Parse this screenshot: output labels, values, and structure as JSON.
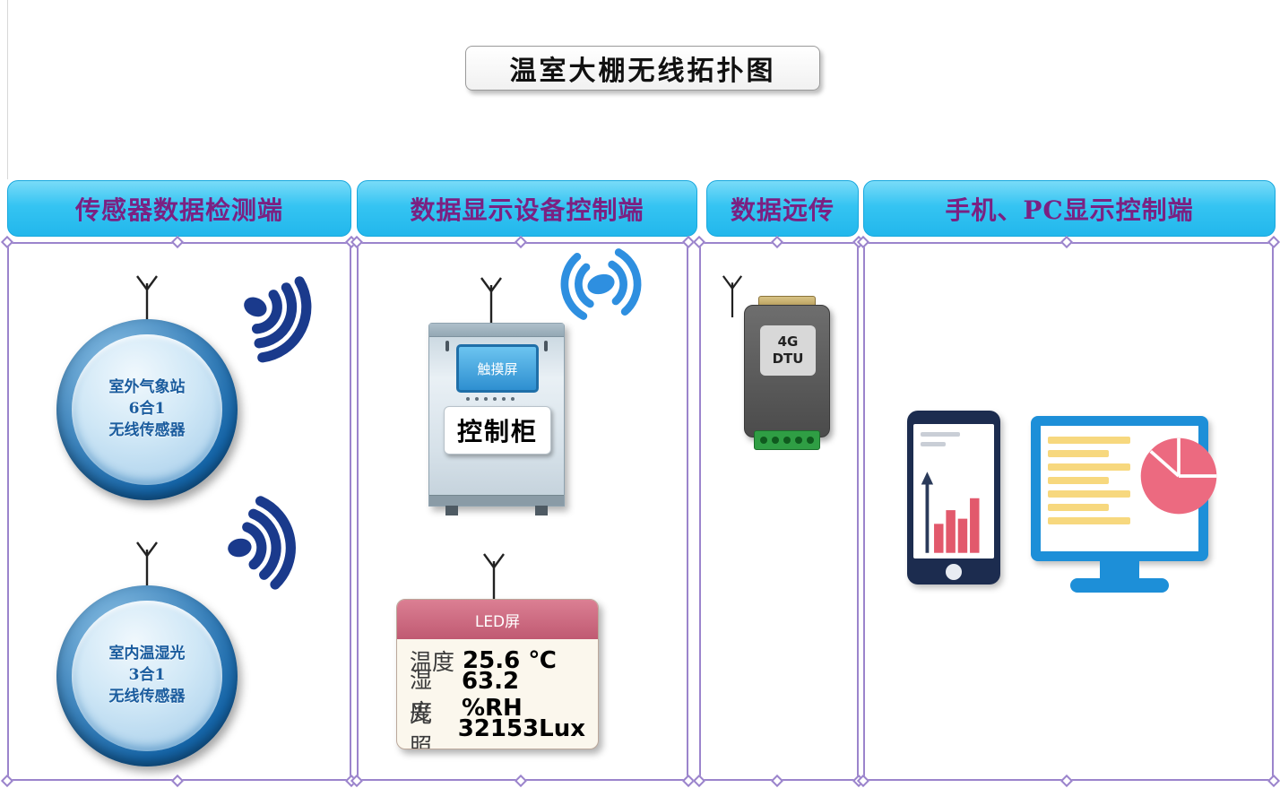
{
  "title": "温室大棚无线拓扑图",
  "columns": [
    {
      "header": "传感器数据检测端"
    },
    {
      "header": "数据显示设备控制端"
    },
    {
      "header": "数据远传"
    },
    {
      "header": "手机、PC显示控制端"
    }
  ],
  "sensors": [
    {
      "line1": "室外气象站",
      "line2": "6合1",
      "line3": "无线传感器"
    },
    {
      "line1": "室内温湿光",
      "line2": "3合1",
      "line3": "无线传感器"
    }
  ],
  "cabinet": {
    "screen_label": "触摸屏",
    "body_label": "控制柜"
  },
  "led": {
    "title": "LED屏",
    "readings": [
      {
        "label": "温度",
        "value": "25.6 ℃"
      },
      {
        "label": "湿度",
        "value": "63.2 %RH"
      },
      {
        "label": "光照",
        "value": "32153Lux"
      }
    ]
  },
  "dtu": {
    "line1": "4G",
    "line2": "DTU"
  },
  "colors": {
    "header_bg": "#2EC2F2",
    "header_text": "#7B2182",
    "panel_border": "#9B84CC",
    "signal_dark": "#1A3A8C",
    "signal_blue": "#2E8FE0",
    "led_header_bg": "#C9607A",
    "chart_pink": "#E2596C",
    "monitor_blue": "#1D8FD8",
    "list_yellow": "#F7D87E"
  }
}
